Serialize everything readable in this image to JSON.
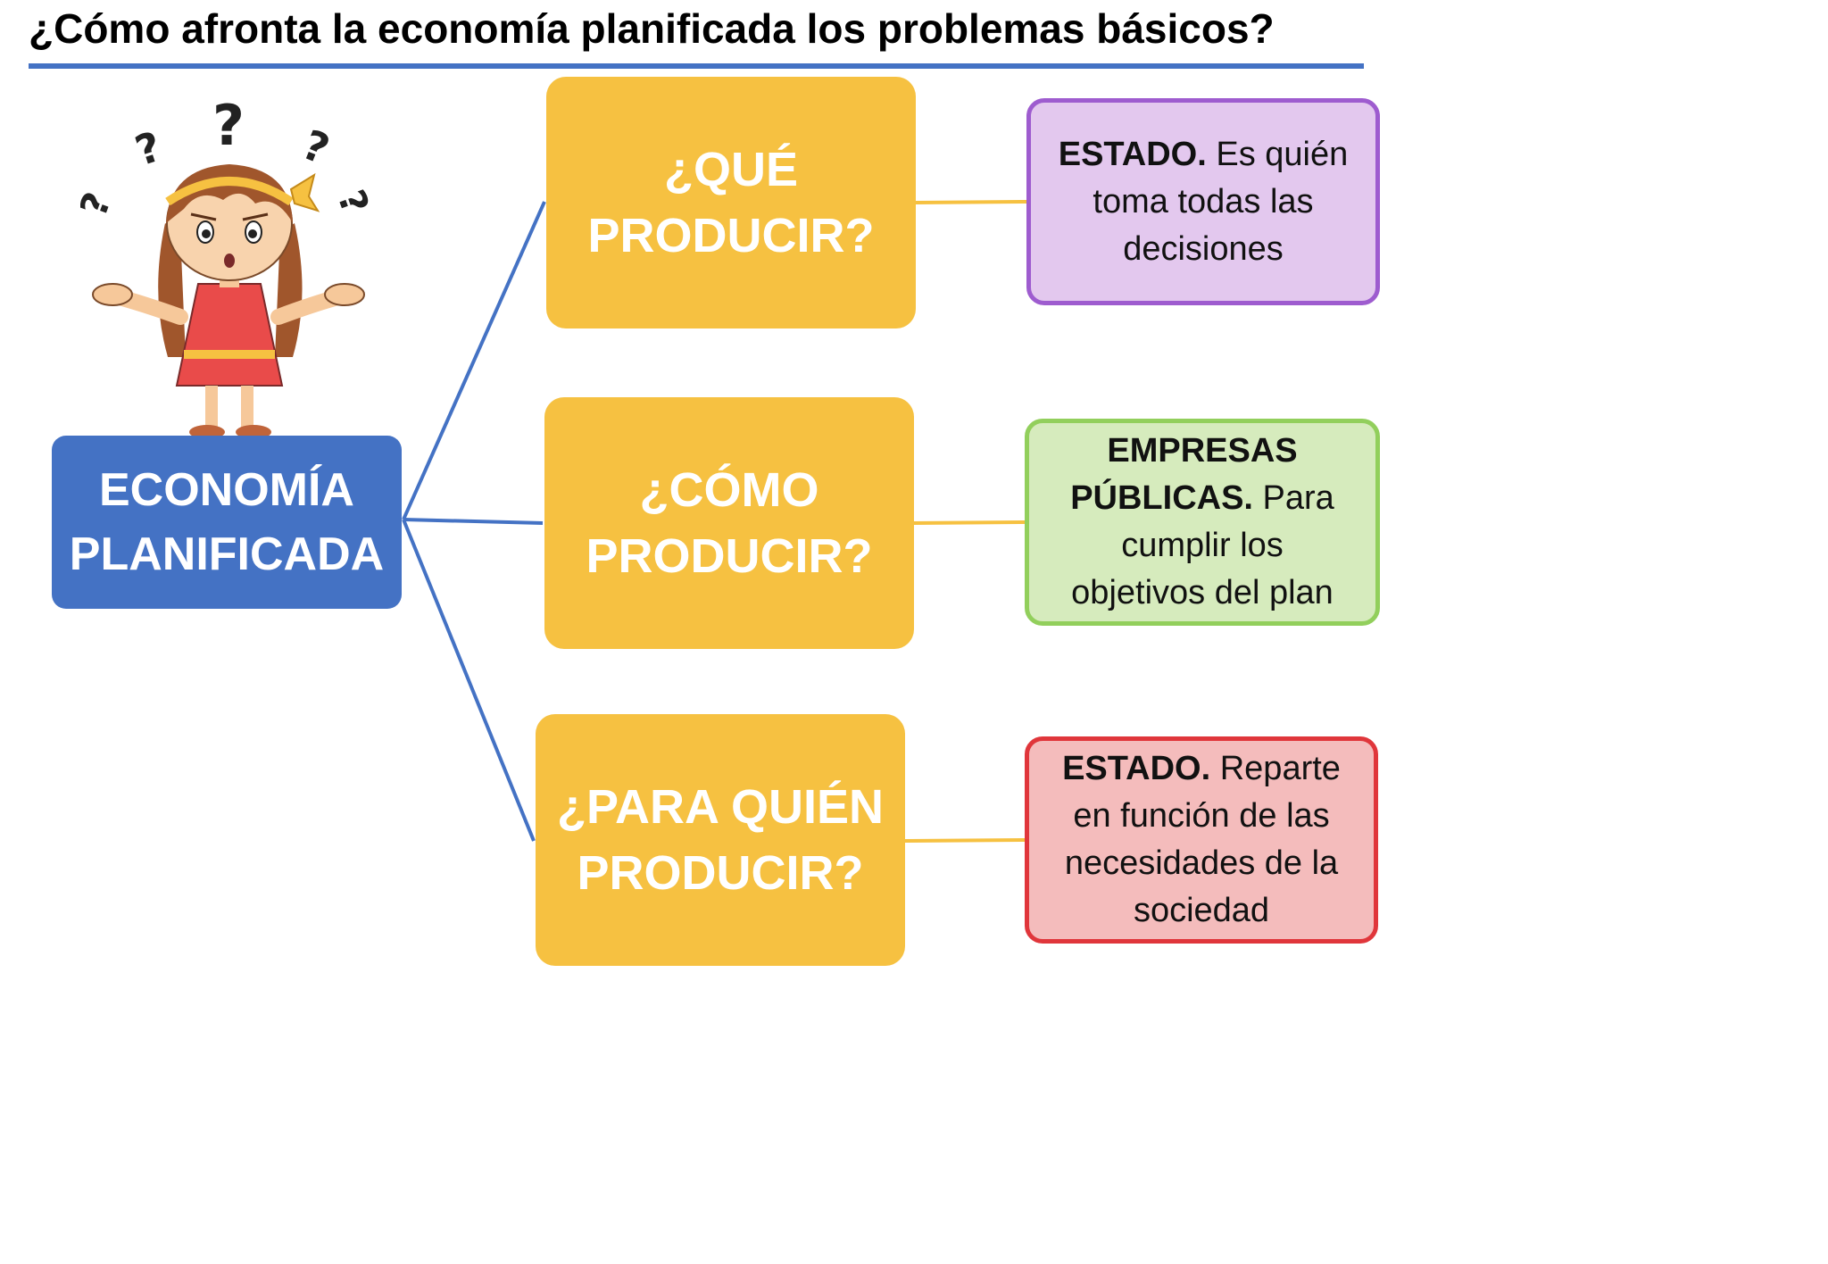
{
  "title": "¿Cómo afronta la economía planificada los problemas básicos?",
  "colors": {
    "main_box": "#4472c4",
    "question_box": "#f6c141",
    "connector_left": "#4472c4",
    "connector_right": "#f6c141",
    "answer1_fill": "#e3c8ee",
    "answer1_border": "#9e5ccf",
    "answer2_fill": "#d6ebbd",
    "answer2_border": "#92cf5c",
    "answer3_fill": "#f4bcbc",
    "answer3_border": "#e0363b"
  },
  "illustration": "confused-girl-icon",
  "main": {
    "line1": "ECONOMÍA",
    "line2": "PLANIFICADA"
  },
  "questions": [
    {
      "line1": "¿QUÉ",
      "line2": "PRODUCIR?"
    },
    {
      "line1": "¿CÓMO",
      "line2": "PRODUCIR?"
    },
    {
      "line1": "¿PARA QUIÉN",
      "line2": "PRODUCIR?"
    }
  ],
  "answers": [
    {
      "bold1": "ESTADO.",
      "rest1": " Es quién",
      "line2": "toma todas las",
      "line3": "decisiones"
    },
    {
      "bold1": "EMPRESAS",
      "bold2": "PÚBLICAS.",
      "rest2": " Para",
      "line3": "cumplir los",
      "line4": "objetivos del plan"
    },
    {
      "bold1": "ESTADO.",
      "rest1": " Reparte",
      "line2": "en función de las",
      "line3": "necesidades de la",
      "line4": "sociedad"
    }
  ]
}
